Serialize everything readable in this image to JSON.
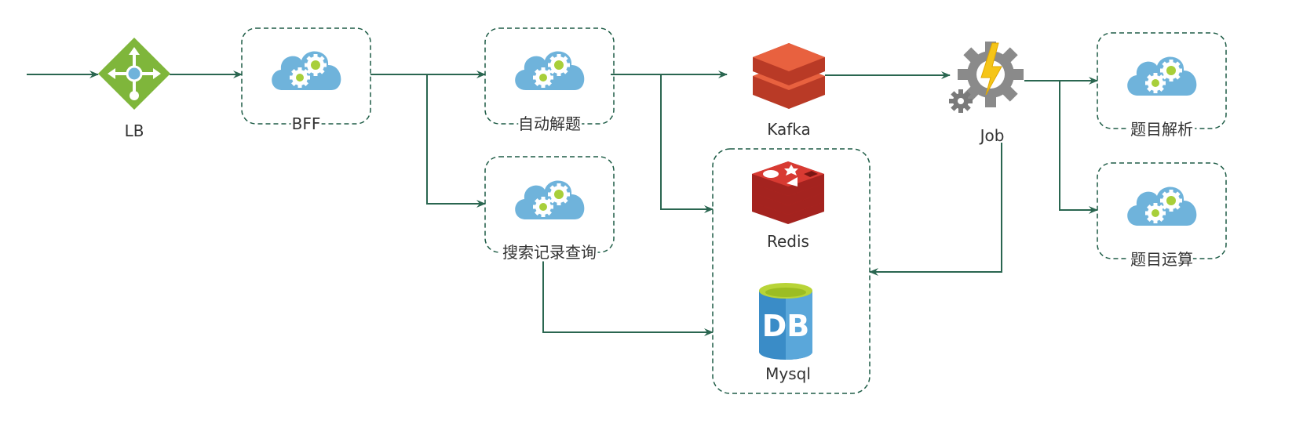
{
  "colors": {
    "edge": "#2a6650",
    "box_border": "#1e5c46",
    "cloud": "#6fb3db",
    "gear": "#ffffff",
    "gear_center": "#a8cf3a",
    "lb": "#7fb63b",
    "kafka": "#e0543c",
    "redis": "#c22b26",
    "db_body": "#3a8cc7",
    "db_top": "#b8d437",
    "job_gear": "#8a8a8a",
    "job_bolt": "#f5c518"
  },
  "icons": {
    "lb": "load-balancer-icon",
    "service": "cloud-gear-icon",
    "kafka": "kafka-icon",
    "redis": "redis-icon",
    "mysql": "database-icon",
    "job": "job-gear-bolt-icon"
  },
  "nodes": {
    "lb": {
      "label": "LB"
    },
    "bff": {
      "label": "BFF"
    },
    "auto_solve": {
      "label": "自动解题"
    },
    "search_history": {
      "label": "搜索记录查询"
    },
    "kafka": {
      "label": "Kafka"
    },
    "redis": {
      "label": "Redis"
    },
    "mysql": {
      "label": "Mysql"
    },
    "job": {
      "label": "Job"
    },
    "question_parse": {
      "label": "题目解析"
    },
    "question_calc": {
      "label": "题目运算"
    }
  },
  "db_icon_text": "DB",
  "edges": [
    [
      "entry",
      "lb"
    ],
    [
      "lb",
      "bff"
    ],
    [
      "bff",
      "auto_solve"
    ],
    [
      "bff",
      "search_history"
    ],
    [
      "auto_solve",
      "kafka"
    ],
    [
      "auto_solve",
      "storage"
    ],
    [
      "search_history",
      "storage"
    ],
    [
      "kafka",
      "job"
    ],
    [
      "job",
      "question_parse"
    ],
    [
      "job",
      "question_calc"
    ],
    [
      "job",
      "storage"
    ]
  ]
}
